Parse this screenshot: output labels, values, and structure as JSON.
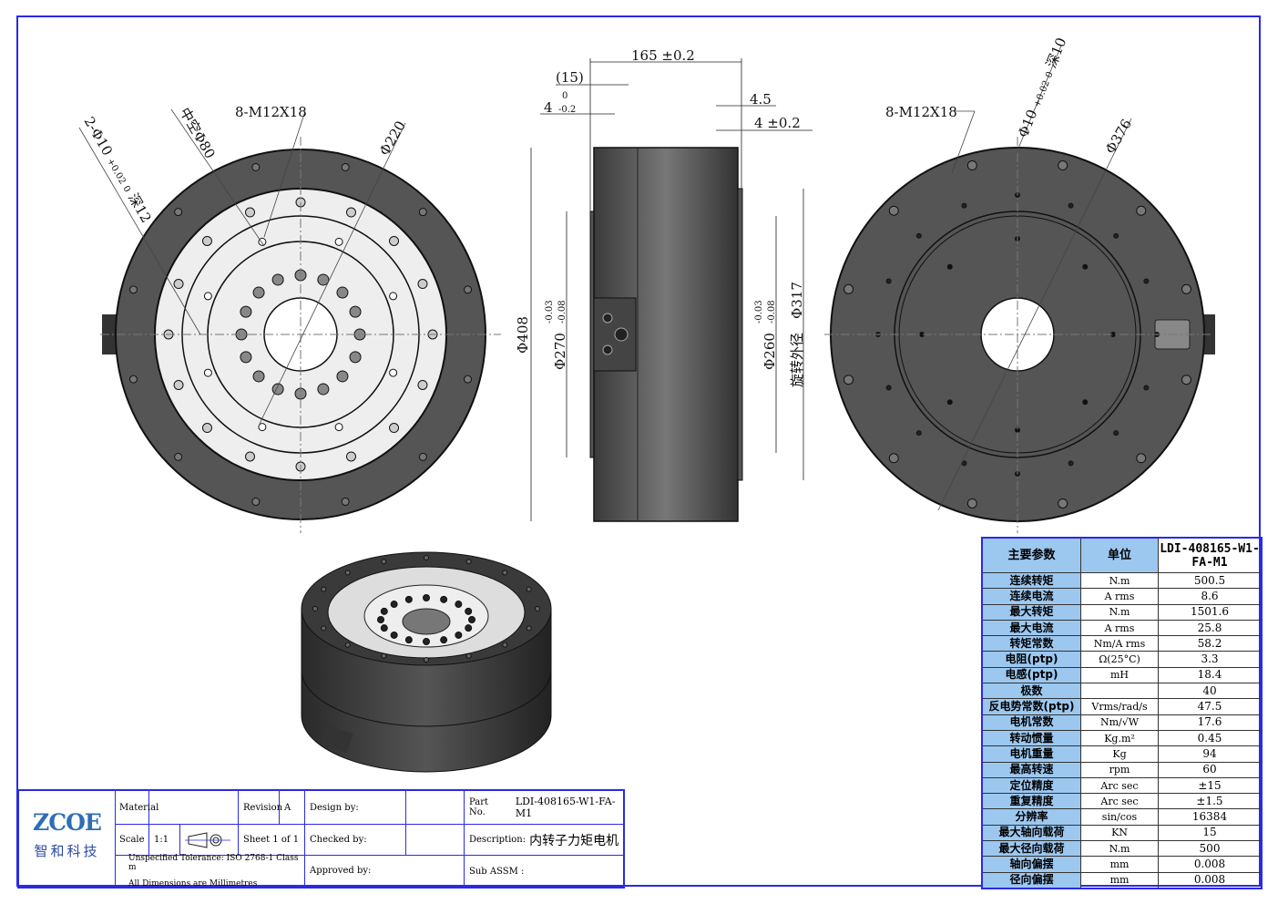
{
  "views": {
    "front": {
      "label_holes": "2-Φ10",
      "label_holes_tol_upper": "+0.02",
      "label_holes_tol_lower": "0",
      "label_holes_depth": "深12",
      "label_bore": "中空Φ80",
      "label_thread": "8-M12X18",
      "label_pcd": "Φ220"
    },
    "side": {
      "length": "165 ±0.2",
      "ref": "(15)",
      "step": "4",
      "step_tol_upper": "0",
      "step_tol_lower": "-0.2",
      "right_step": "4.5",
      "right_step2": "4 ±0.2",
      "od": "Φ408",
      "pilot": "Φ270",
      "pilot_tol_upper": "-0.03",
      "pilot_tol_lower": "-0.08",
      "rotor": "Φ260",
      "rotor_tol_upper": "-0.03",
      "rotor_tol_lower": "-0.08",
      "rotor_od": "Φ317",
      "rotor_od_note": "旋转外径"
    },
    "back": {
      "label_thread": "8-M12X18",
      "label_pin": "Φ10",
      "label_pin_tol_upper": "+0.02",
      "label_pin_tol_lower": "0",
      "label_pin_depth": "深10",
      "label_pcd": "Φ376"
    }
  },
  "spec_table": {
    "header": {
      "param": "主要参数",
      "unit": "单位",
      "model": "LDI-408165-W1-FA-M1"
    },
    "rows": [
      {
        "param": "连续转矩",
        "unit": "N.m",
        "value": "500.5"
      },
      {
        "param": "连续电流",
        "unit": "A rms",
        "value": "8.6"
      },
      {
        "param": "最大转矩",
        "unit": "N.m",
        "value": "1501.6"
      },
      {
        "param": "最大电流",
        "unit": "A rms",
        "value": "25.8"
      },
      {
        "param": "转矩常数",
        "unit": "Nm/A rms",
        "value": "58.2"
      },
      {
        "param": "电阻(ptp)",
        "unit": "Ω(25°C)",
        "value": "3.3"
      },
      {
        "param": "电感(ptp)",
        "unit": "mH",
        "value": "18.4"
      },
      {
        "param": "极数",
        "unit": "",
        "value": "40"
      },
      {
        "param": "反电势常数(ptp)",
        "unit": "Vrms/rad/s",
        "value": "47.5"
      },
      {
        "param": "电机常数",
        "unit": "Nm/√W",
        "value": "17.6"
      },
      {
        "param": "转动惯量",
        "unit": "Kg.m²",
        "value": "0.45"
      },
      {
        "param": "电机重量",
        "unit": "Kg",
        "value": "94"
      },
      {
        "param": "最高转速",
        "unit": "rpm",
        "value": "60"
      },
      {
        "param": "定位精度",
        "unit": "Arc sec",
        "value": "±15"
      },
      {
        "param": "重复精度",
        "unit": "Arc sec",
        "value": "±1.5"
      },
      {
        "param": "分辨率",
        "unit": "sin/cos",
        "value": "16384"
      },
      {
        "param": "最大轴向载荷",
        "unit": "KN",
        "value": "15"
      },
      {
        "param": "最大径向载荷",
        "unit": "N.m",
        "value": "500"
      },
      {
        "param": "轴向偏摆",
        "unit": "mm",
        "value": "0.008"
      },
      {
        "param": "径向偏摆",
        "unit": "mm",
        "value": "0.008"
      }
    ]
  },
  "title_block": {
    "logo_en": "ZCOE",
    "logo_cn": "智和科技",
    "material_label": "Material",
    "material_value": "",
    "revision_label": "Revision",
    "revision_value": "A",
    "scale_label": "Scale",
    "scale_value": "1:1",
    "sheet": "Sheet  1  of  1",
    "tolerance": "Unspecified Tolerance: ISO 2768-1 Class m",
    "units": "All Dimensions  are Millimetres",
    "design_by": "Design by:",
    "checked_by": "Checked by:",
    "approved_by": "Approved by:",
    "part_no_label": "Part No.",
    "part_no": "LDI-408165-W1-FA-M1",
    "description_label": "Description:",
    "description": "内转子力矩电机",
    "sub_assm": "Sub ASSM :"
  },
  "colors": {
    "frame": "#2a2ae8",
    "header_bg": "#9cc8f0",
    "body": "#4a4a4a"
  }
}
